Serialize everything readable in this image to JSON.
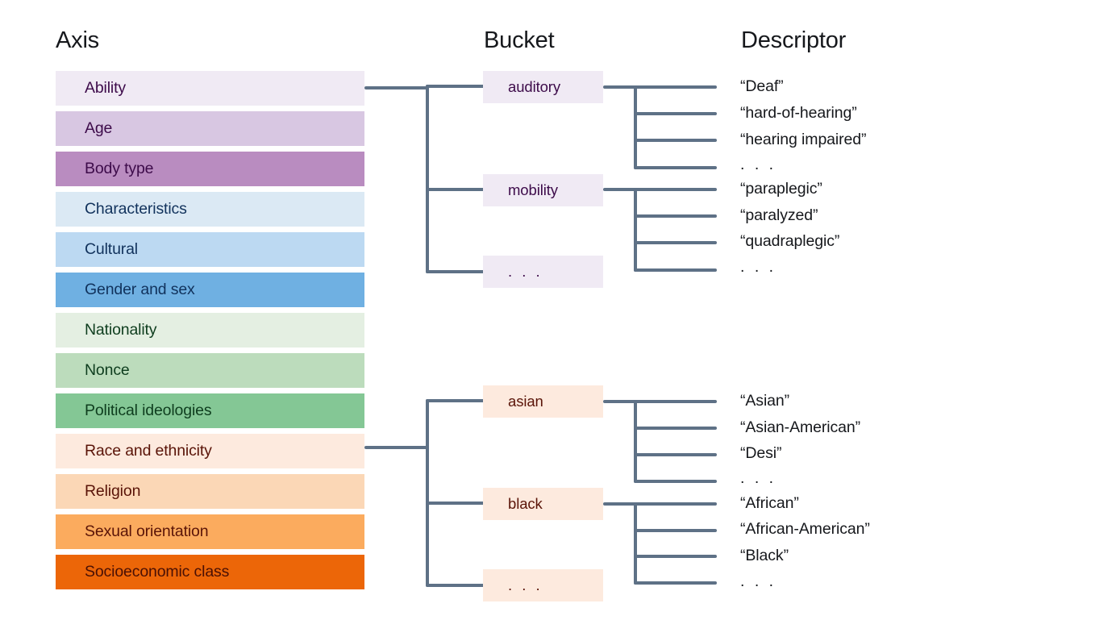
{
  "headers": {
    "axis": "Axis",
    "bucket": "Bucket",
    "descriptor": "Descriptor"
  },
  "axes": [
    {
      "label": "Ability",
      "bg": "#f0eaf4",
      "fg": "#3d0b4a"
    },
    {
      "label": "Age",
      "bg": "#d8c7e2",
      "fg": "#3d0b4a"
    },
    {
      "label": "Body type",
      "bg": "#b98cc0",
      "fg": "#3d0b4a"
    },
    {
      "label": "Characteristics",
      "bg": "#dbe9f4",
      "fg": "#11325c"
    },
    {
      "label": "Cultural",
      "bg": "#bcd9f2",
      "fg": "#11325c"
    },
    {
      "label": "Gender and sex",
      "bg": "#6fb0e2",
      "fg": "#11325c"
    },
    {
      "label": "Nationality",
      "bg": "#e4efe2",
      "fg": "#0e3d1e"
    },
    {
      "label": "Nonce",
      "bg": "#bcdcbc",
      "fg": "#0e3d1e"
    },
    {
      "label": "Political ideologies",
      "bg": "#84c795",
      "fg": "#0e3d1e"
    },
    {
      "label": "Race and ethnicity",
      "bg": "#fdeade",
      "fg": "#5a1408"
    },
    {
      "label": "Religion",
      "bg": "#fbd7b6",
      "fg": "#5a1408"
    },
    {
      "label": "Sexual orientation",
      "bg": "#fbab5e",
      "fg": "#5a1408"
    },
    {
      "label": "Socioeconomic class",
      "bg": "#ec6608",
      "fg": "#4a1005"
    }
  ],
  "groups": [
    {
      "source_axis": "Ability",
      "bucket_bg": "#f0eaf4",
      "bucket_fg": "#3d0b4a",
      "buckets": [
        {
          "label": "auditory",
          "descriptors": [
            "“Deaf”",
            "“hard-of-hearing”",
            "“hearing impaired”",
            ". . ."
          ]
        },
        {
          "label": "mobility",
          "descriptors": [
            "“paraplegic”",
            "“paralyzed”",
            "“quadraplegic”",
            ". . ."
          ]
        },
        {
          "label": ". . .",
          "descriptors": []
        }
      ]
    },
    {
      "source_axis": "Race and ethnicity",
      "bucket_bg": "#fdeade",
      "bucket_fg": "#5a1408",
      "buckets": [
        {
          "label": "asian",
          "descriptors": [
            "“Asian”",
            "“Asian-American”",
            "“Desi”",
            ". . ."
          ]
        },
        {
          "label": "black",
          "descriptors": [
            "“African”",
            "“African-American”",
            "“Black”",
            ". . ."
          ]
        },
        {
          "label": ". . .",
          "descriptors": []
        }
      ]
    }
  ],
  "colors": {
    "connector": "#5e7186",
    "background": "#ffffff",
    "heading_text": "#16181c",
    "descriptor_text": "#16181c"
  }
}
